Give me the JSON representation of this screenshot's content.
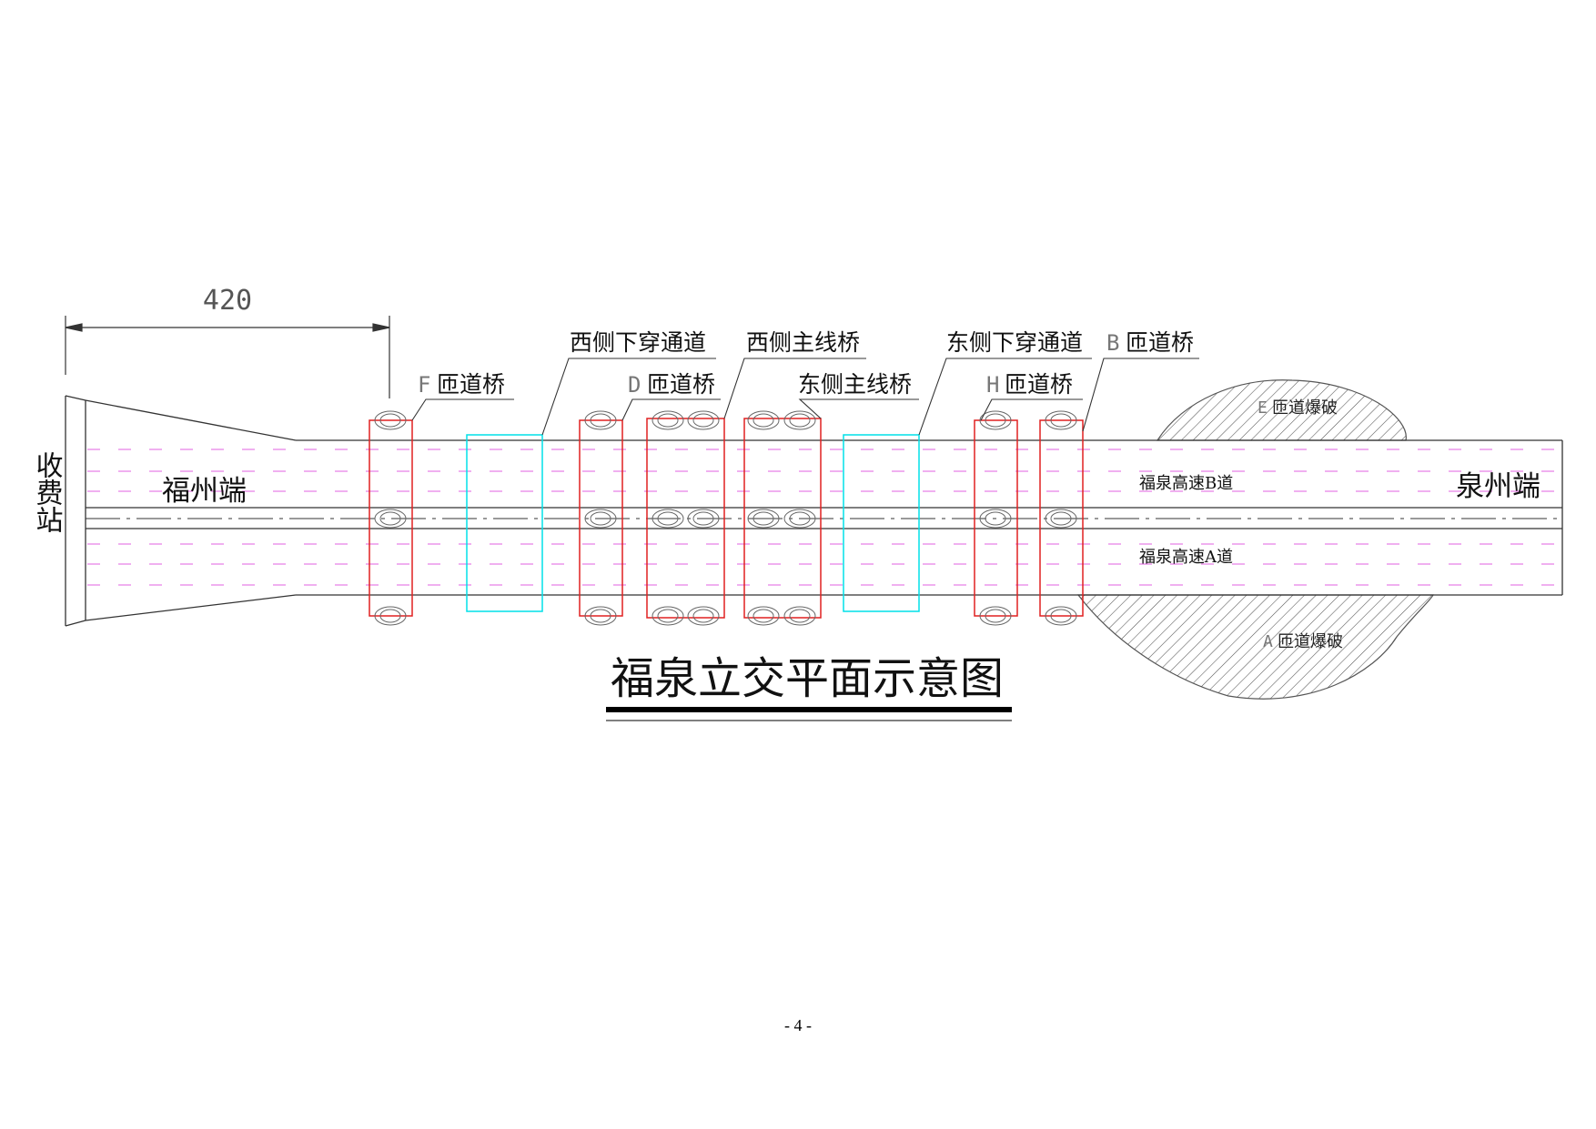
{
  "dimension": {
    "value": "420"
  },
  "labels": {
    "toll_station": "收费站",
    "fuzhou_end": "福州端",
    "quanzhou_end": "泉州端",
    "lane_b": "福泉高速B道",
    "lane_a": "福泉高速A道"
  },
  "callouts": [
    {
      "id": "f-ramp-bridge",
      "letter": "F",
      "text": "匝道桥"
    },
    {
      "id": "west-underpass",
      "letter": "",
      "text": "西侧下穿通道"
    },
    {
      "id": "d-ramp-bridge",
      "letter": "D",
      "text": "匝道桥"
    },
    {
      "id": "west-main-bridge",
      "letter": "",
      "text": "西侧主线桥"
    },
    {
      "id": "east-main-bridge",
      "letter": "",
      "text": "东侧主线桥"
    },
    {
      "id": "east-underpass",
      "letter": "",
      "text": "东侧下穿通道"
    },
    {
      "id": "h-ramp-bridge",
      "letter": "H",
      "text": "匝道桥"
    },
    {
      "id": "b-ramp-bridge",
      "letter": "B",
      "text": "匝道桥"
    }
  ],
  "blast_zones": [
    {
      "id": "e-ramp-blast",
      "letter": "E",
      "text": "匝道爆破"
    },
    {
      "id": "a-ramp-blast",
      "letter": "A",
      "text": "匝道爆破"
    }
  ],
  "title": "福泉立交平面示意图",
  "page_number": "- 4 -",
  "colors": {
    "bridge_box": "#e02020",
    "underpass_box": "#00e0e8",
    "lane_markings": "#e060e0",
    "lines": "#333333",
    "hatch": "#555555"
  }
}
